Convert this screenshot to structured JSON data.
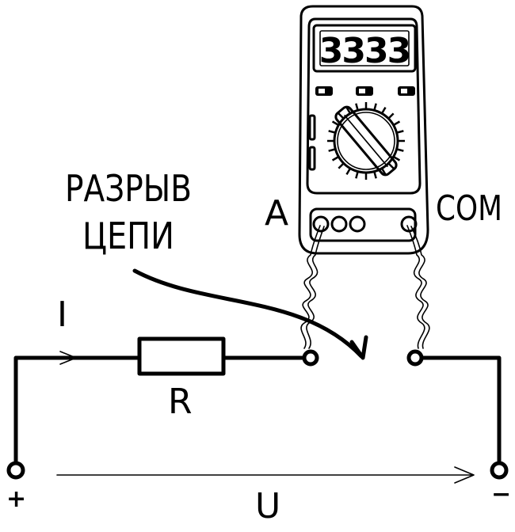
{
  "labels": {
    "break_line1": "РАЗРЫВ",
    "break_line2": "ЦЕПИ",
    "current": "I",
    "resistor": "R",
    "voltage": "U",
    "terminal_a": "A",
    "terminal_com": "COM",
    "plus": "+",
    "minus": "−"
  },
  "meter": {
    "display": "3333"
  }
}
